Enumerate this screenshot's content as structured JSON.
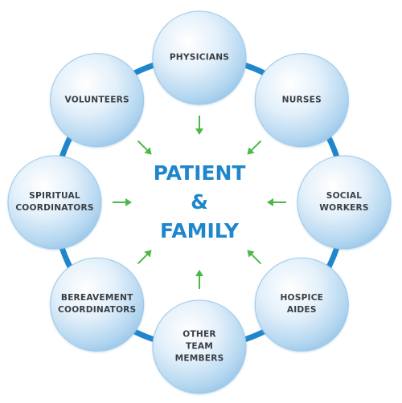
{
  "center": {
    "line1": "PATIENT",
    "line2": "&",
    "line3": "FAMILY"
  },
  "nodes": [
    {
      "id": "physicians",
      "label": "PHYSICIANS"
    },
    {
      "id": "nurses",
      "label": "NURSES"
    },
    {
      "id": "social-workers",
      "label": "SOCIAL\nWORKERS"
    },
    {
      "id": "hospice-aides",
      "label": "HOSPICE\nAIDES"
    },
    {
      "id": "other-team-members",
      "label": "OTHER\nTEAM\nMEMBERS"
    },
    {
      "id": "bereavement-coordinators",
      "label": "BEREAVEMENT\nCOORDINATORS"
    },
    {
      "id": "spiritual-coordinators",
      "label": "SPIRITUAL\nCOORDINATORS"
    },
    {
      "id": "volunteers",
      "label": "VOLUNTEERS"
    }
  ],
  "colors": {
    "ring": "#1f86cc",
    "arrow": "#4cb848",
    "center_text": "#1f86cc",
    "node_text": "#3a3f45",
    "node_fill_light": "#ffffff",
    "node_fill_dark": "#a9d0ee"
  }
}
